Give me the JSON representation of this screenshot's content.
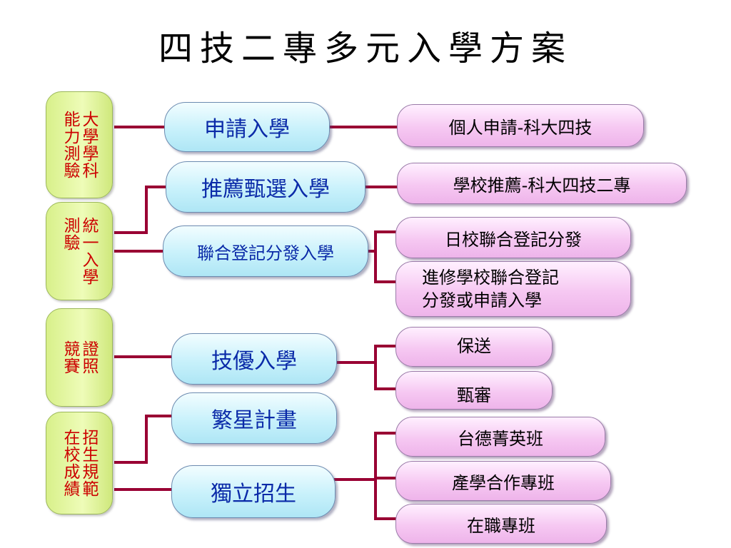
{
  "title": "四技二專多元入學方案",
  "sources": [
    {
      "text": "大學學科\n能力測驗"
    },
    {
      "text": "統一入學\n測驗"
    },
    {
      "text": "證照\n競賽"
    },
    {
      "text": "招生規範\n在校成績"
    }
  ],
  "channels": [
    {
      "label": "申請入學"
    },
    {
      "label": "推薦甄選入學"
    },
    {
      "label": "聯合登記分發入學"
    },
    {
      "label": "技優入學"
    },
    {
      "label": "繁星計畫"
    },
    {
      "label": "獨立招生"
    }
  ],
  "outcomes": [
    {
      "label": "個人申請-科大四技"
    },
    {
      "label": "學校推薦-科大四技二專"
    },
    {
      "label": "日校聯合登記分發"
    },
    {
      "label": "進修學校聯合登記\n分發或申請入學"
    },
    {
      "label": "保送"
    },
    {
      "label": "甄審"
    },
    {
      "label": "台德菁英班"
    },
    {
      "label": "產學合作專班"
    },
    {
      "label": "在職專班"
    }
  ],
  "colors": {
    "connector": "#990033",
    "source_text": "#cc0000",
    "channel_text": "#0a2aa8",
    "source_fill": "#e6f8a8",
    "channel_fill": "#c8f1fb",
    "outcome_fill": "#f6c8f2"
  }
}
